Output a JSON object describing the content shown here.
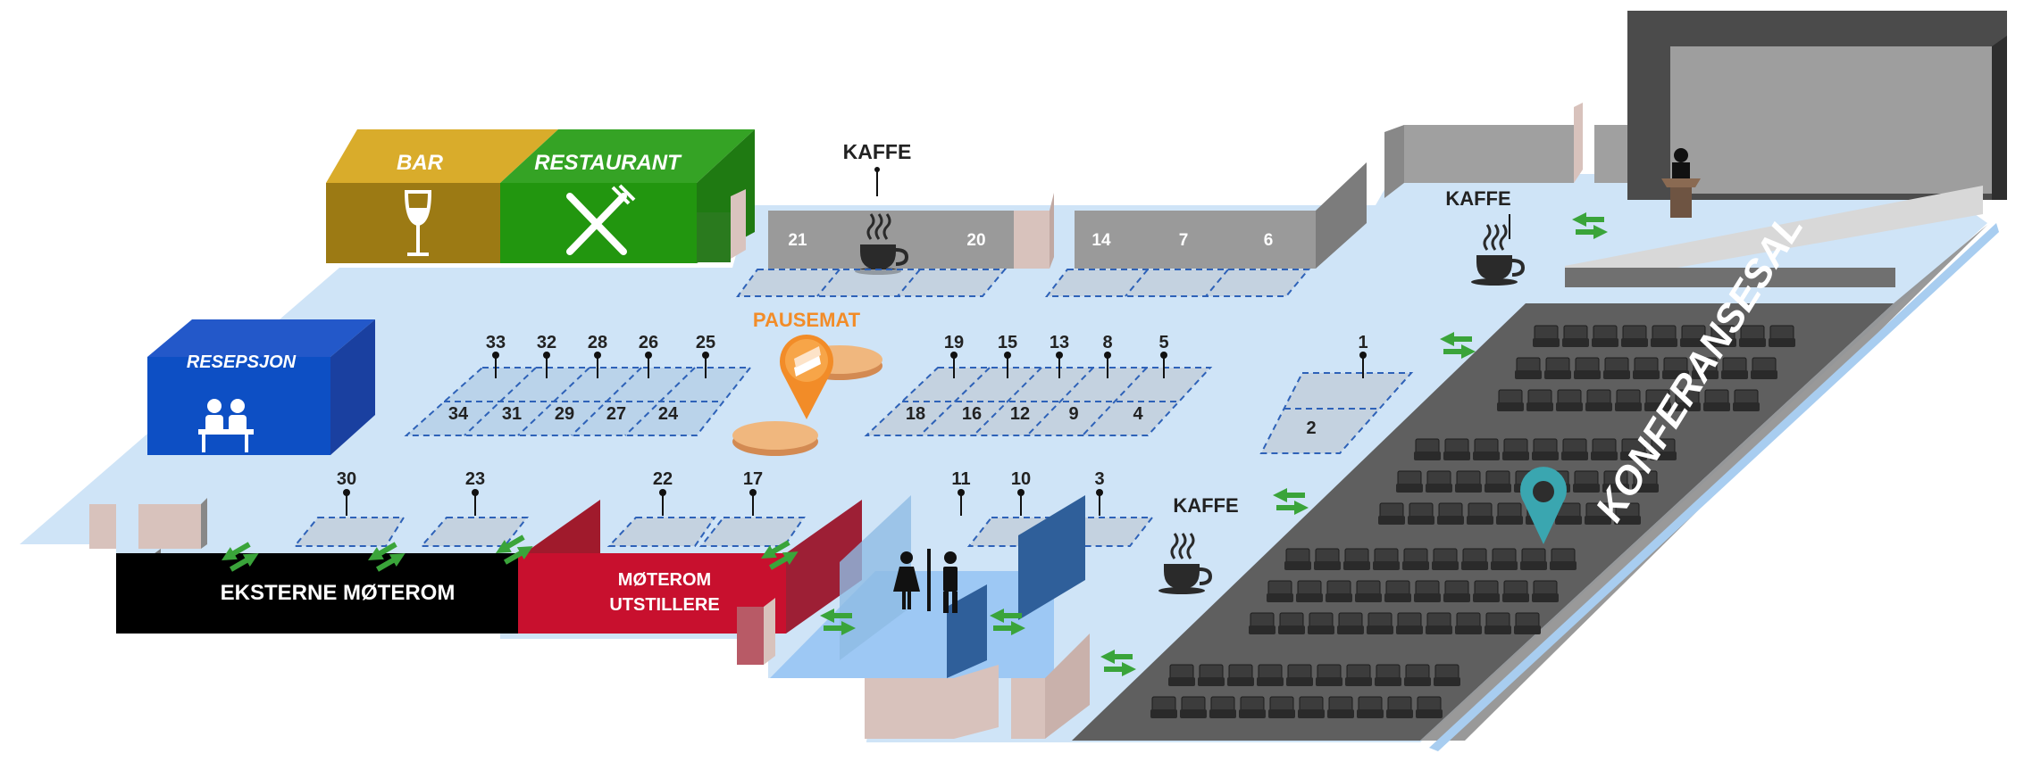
{
  "areas": {
    "bar": "BAR",
    "restaurant": "RESTAURANT",
    "reception": "RESEPSJON",
    "pausemat": "PAUSEMAT",
    "external_rooms": "EKSTERNE MØTEROM",
    "exhibitor_room_line1": "MØTEROM",
    "exhibitor_room_line2": "UTSTILLERE",
    "conference_hall": "KONFERANSESAL"
  },
  "coffee": {
    "top": "KAFFE",
    "right": "KAFFE",
    "bottom": "KAFFE"
  },
  "booths": {
    "wall_left_a": "21",
    "wall_left_b": "20",
    "wall_right_a": "14",
    "wall_right_b": "7",
    "wall_right_c": "6",
    "row1_back": [
      "33",
      "32",
      "28",
      "26",
      "25"
    ],
    "row1_front": [
      "34",
      "31",
      "29",
      "27",
      "24"
    ],
    "row2_back": [
      "19",
      "15",
      "13",
      "8",
      "5"
    ],
    "row2_front": [
      "18",
      "16",
      "12",
      "9",
      "4"
    ],
    "single_back": "1",
    "single_front": "2",
    "bottom_row": [
      "30",
      "23",
      "22",
      "17",
      "11",
      "10",
      "3"
    ]
  },
  "colors": {
    "floor": "#cfe4f7",
    "bar": "#c9a227",
    "restaurant": "#2e9a1e",
    "reception": "#1f5fcf",
    "exhibitor_room": "#c8102e",
    "external_rooms": "#000000",
    "accent_orange": "#f28c28",
    "arrow_green": "#3aa43a",
    "marker_teal": "#3aa6b0"
  }
}
